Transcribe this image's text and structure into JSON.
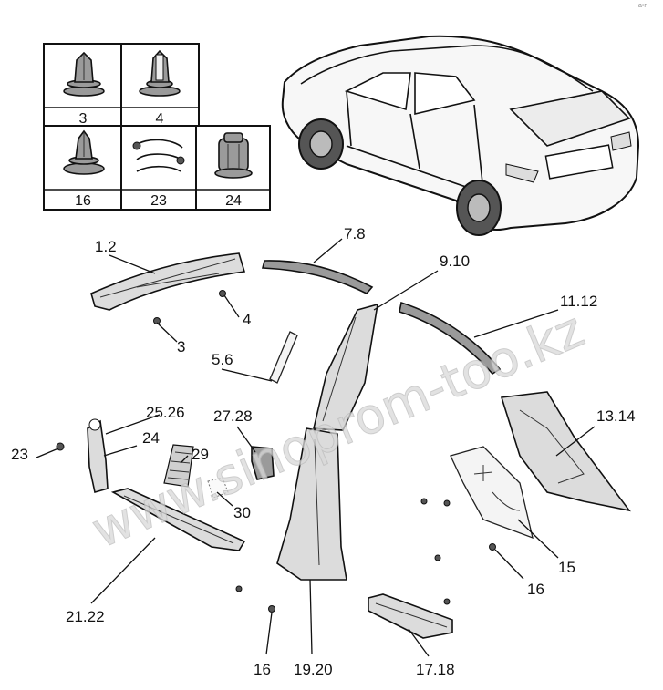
{
  "watermark": "www.sinoprom-too.kz",
  "corner_mark": "a•n",
  "key_table": {
    "cells": [
      {
        "label": "3",
        "icon": "push-clip-icon"
      },
      {
        "label": "4",
        "icon": "push-clip-icon"
      },
      {
        "label": "16",
        "icon": "push-clip-icon"
      },
      {
        "label": "23",
        "icon": "strap-clip-icon"
      },
      {
        "label": "24",
        "icon": "cap-clip-icon"
      }
    ]
  },
  "callouts": [
    {
      "id": "1.2",
      "text": "1.2"
    },
    {
      "id": "7.8",
      "text": "7.8"
    },
    {
      "id": "9.10",
      "text": "9.10"
    },
    {
      "id": "11.12",
      "text": "11.12"
    },
    {
      "id": "3",
      "text": "3"
    },
    {
      "id": "4",
      "text": "4"
    },
    {
      "id": "5.6",
      "text": "5.6"
    },
    {
      "id": "25.26",
      "text": "25.26"
    },
    {
      "id": "27.28",
      "text": "27.28"
    },
    {
      "id": "13.14",
      "text": "13.14"
    },
    {
      "id": "23",
      "text": "23"
    },
    {
      "id": "24",
      "text": "24"
    },
    {
      "id": "29",
      "text": "29"
    },
    {
      "id": "30",
      "text": "30"
    },
    {
      "id": "15",
      "text": "15"
    },
    {
      "id": "16a",
      "text": "16"
    },
    {
      "id": "21.22",
      "text": "21.22"
    },
    {
      "id": "16b",
      "text": "16"
    },
    {
      "id": "19.20",
      "text": "19.20"
    },
    {
      "id": "17.18",
      "text": "17.18"
    }
  ]
}
